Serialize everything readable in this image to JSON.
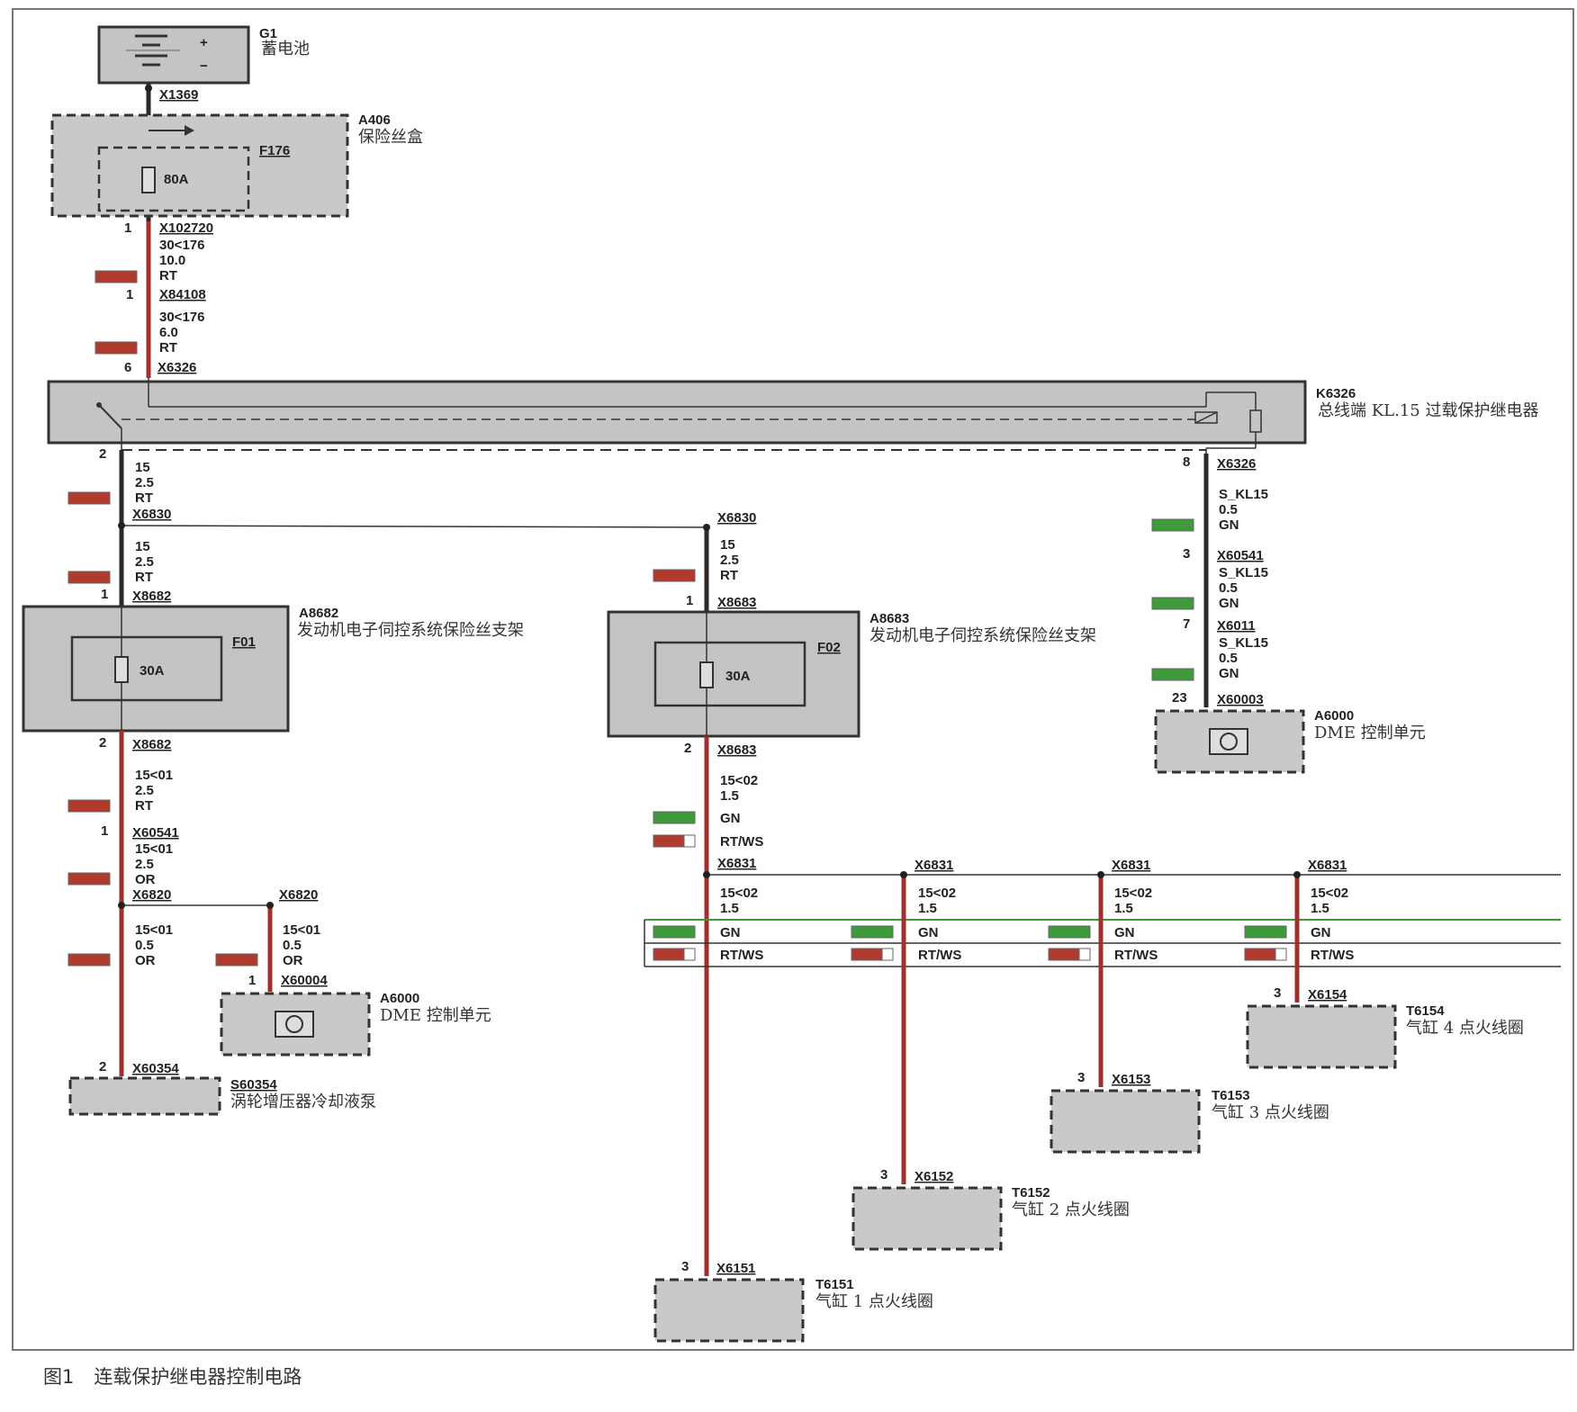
{
  "caption": {
    "number": "图1",
    "text": "连载保护继电器控制电路"
  },
  "components": {
    "g1": {
      "code": "G1",
      "name": "蓄电池",
      "plus": "+",
      "minus": "−"
    },
    "a406": {
      "code": "A406",
      "name": "保险丝盒",
      "fuse": "F176",
      "rating": "80A"
    },
    "k6326": {
      "code": "K6326",
      "name": "总线端 KL.15 过载保护继电器"
    },
    "a8682": {
      "code": "A8682",
      "name": "发动机电子伺控系统保险丝支架",
      "fuse": "F01",
      "rating": "30A"
    },
    "a8683": {
      "code": "A8683",
      "name": "发动机电子伺控系统保险丝支架",
      "fuse": "F02",
      "rating": "30A"
    },
    "a6000_top": {
      "code": "A6000",
      "name": "DME 控制单元"
    },
    "a6000_mid": {
      "code": "A6000",
      "name": "DME 控制单元"
    },
    "s60354": {
      "code": "S60354",
      "name": "涡轮增压器冷却液泵"
    },
    "t6151": {
      "code": "T6151",
      "name": "气缸 1 点火线圈"
    },
    "t6152": {
      "code": "T6152",
      "name": "气缸 2 点火线圈"
    },
    "t6153": {
      "code": "T6153",
      "name": "气缸 3 点火线圈"
    },
    "t6154": {
      "code": "T6154",
      "name": "气缸 4 点火线圈"
    }
  },
  "connectors": {
    "x1369": "X1369",
    "x102720": "X102720",
    "x84108": "X84108",
    "x6326a": "X6326",
    "x6326b": "X6326",
    "x6830a": "X6830",
    "x6830b": "X6830",
    "x8682a": "X8682",
    "x8682b": "X8682",
    "x8683a": "X8683",
    "x8683b": "X8683",
    "x60541a": "X60541",
    "x60541b": "X60541",
    "x6011": "X6011",
    "x60003": "X60003",
    "x6820a": "X6820",
    "x6820b": "X6820",
    "x60004": "X60004",
    "x60354": "X60354",
    "x6831a": "X6831",
    "x6831b": "X6831",
    "x6831c": "X6831",
    "x6831d": "X6831",
    "x6151": "X6151",
    "x6152": "X6152",
    "x6153": "X6153",
    "x6154": "X6154"
  },
  "pins": {
    "p1": "1",
    "p2": "1",
    "p3": "6",
    "p4": "2",
    "p5": "8",
    "p6": "1",
    "p7": "1",
    "p8": "3",
    "p9": "7",
    "p10": "23",
    "p11": "2",
    "p12": "2",
    "p13": "1",
    "p14": "1",
    "p15": "2",
    "p16": "3",
    "p17": "3",
    "p18": "3",
    "p19": "3"
  },
  "wires": {
    "w1": [
      "30<176",
      "10.0",
      "RT"
    ],
    "w2": [
      "30<176",
      "6.0",
      "RT"
    ],
    "w3": [
      "15",
      "2.5",
      "RT"
    ],
    "w4": [
      "15",
      "2.5",
      "RT"
    ],
    "w5": [
      "15",
      "2.5",
      "RT"
    ],
    "w6": [
      "S_KL15",
      "0.5",
      "GN"
    ],
    "w7": [
      "S_KL15",
      "0.5",
      "GN"
    ],
    "w8": [
      "S_KL15",
      "0.5",
      "GN"
    ],
    "w9": [
      "15<01",
      "2.5",
      "RT"
    ],
    "w10": [
      "15<01",
      "2.5",
      "OR"
    ],
    "w11": [
      "15<01",
      "0.5",
      "OR"
    ],
    "w12": [
      "15<01",
      "0.5",
      "OR"
    ],
    "w13": [
      "15<02",
      "1.5"
    ],
    "w14": [
      "15<02",
      "1.5"
    ],
    "w15": [
      "15<02",
      "1.5"
    ],
    "w16": [
      "15<02",
      "1.5"
    ],
    "w17": [
      "15<02",
      "1.5"
    ]
  },
  "wire_colors": {
    "gn": "GN",
    "rtws": "RT/WS"
  },
  "colors": {
    "red_wire": "#a0302c",
    "green_wire": "#3e9a3a",
    "box_fill": "#c4c4c4"
  }
}
